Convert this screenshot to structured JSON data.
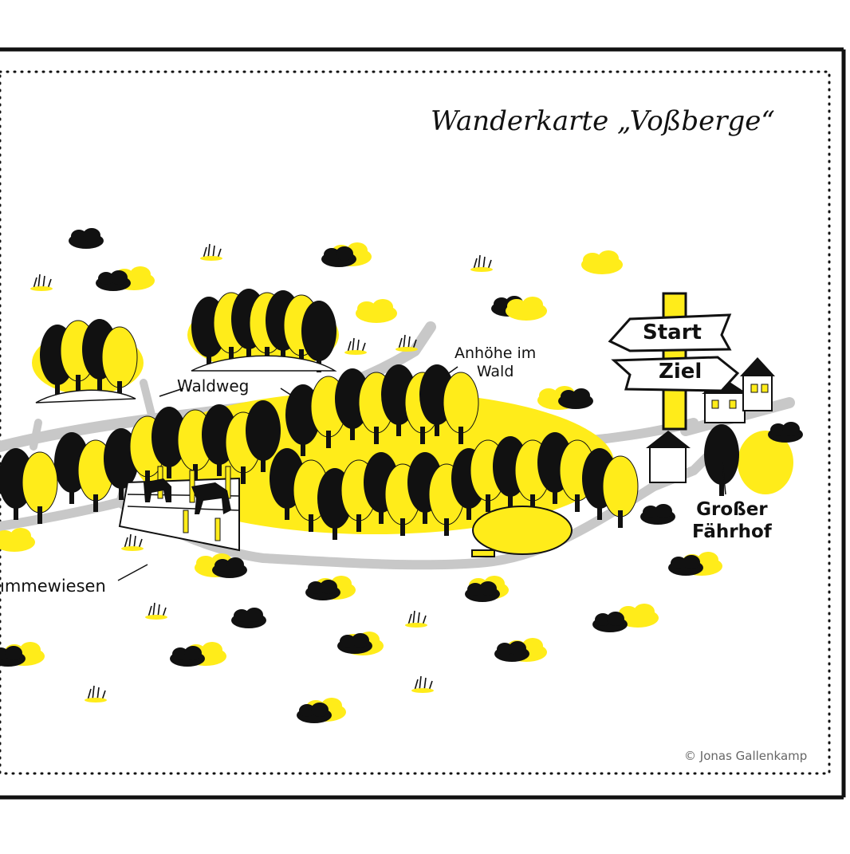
{
  "map": {
    "title": "Wanderkarte „Voßberge“",
    "copyright": "© Jonas Gallenkamp",
    "signpost": {
      "start": "Start",
      "ziel": "Ziel"
    },
    "labels": {
      "waldweg": "Waldweg",
      "anhoehe_line1": "Anhöhe im",
      "anhoehe_line2": "Wald",
      "hof_line1": "Großer",
      "hof_line2": "Fährhof",
      "wiesen": "ımmewiesen"
    },
    "colors": {
      "accent_yellow": "#ffec1a",
      "ink": "#111111",
      "path_gray": "#c8c8c8",
      "background": "#ffffff"
    }
  }
}
